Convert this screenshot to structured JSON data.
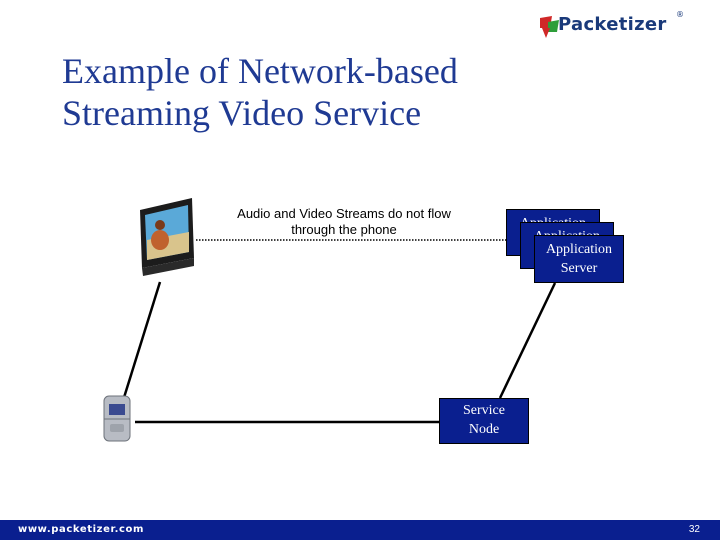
{
  "brand": {
    "name": "Packetizer",
    "registered_mark": "®",
    "icon": "packetizer-logo-icon"
  },
  "slide": {
    "title_line1": "Example of Network-based",
    "title_line2": "Streaming Video Service",
    "page_number": "32"
  },
  "diagram": {
    "note": "Audio and Video Streams do not flow through the phone",
    "app_server_back_label_1": "Application Server",
    "app_server_back_label_2": "Application Server",
    "app_server_label_1": "Application",
    "app_server_label_2": "Server",
    "service_node_label_1": "Service",
    "service_node_label_2": "Node",
    "tv_icon": "television-icon",
    "phone_icon": "mobile-phone-icon"
  },
  "footer": {
    "url": "www.packetizer.com"
  },
  "colors": {
    "title": "#1f3a93",
    "box_fill": "#0a1f8f",
    "footer_bar": "#0a1f8f",
    "brand_text": "#1a3a7a"
  }
}
